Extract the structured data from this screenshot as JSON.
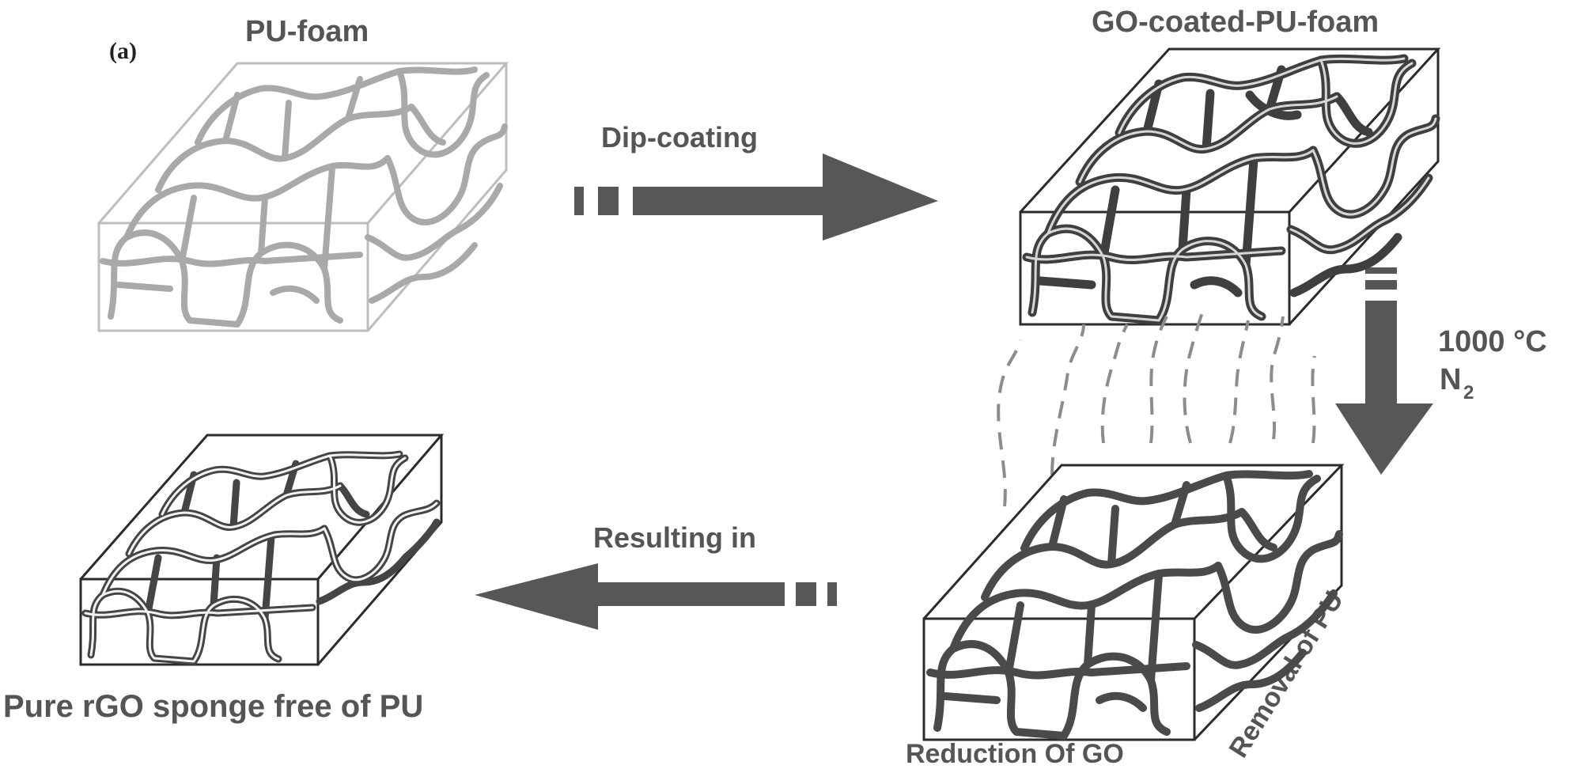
{
  "panel_label": "(a)",
  "stages": {
    "pu_foam": "PU-foam",
    "go_coated": "GO-coated-PU-foam",
    "rgo_sponge": "Pure rGO sponge free of PU"
  },
  "steps": {
    "dip_coating": "Dip-coating",
    "temperature": "1000 °C",
    "gas_base": "N",
    "gas_sub": "2",
    "resulting_in": "Resulting in",
    "reduction": "Reduction Of  GO",
    "removal": "Removal of PU"
  },
  "colors": {
    "arrow": "#575757",
    "pu_foam": "#a9a9a9",
    "coated_strut": "#4a4a4a",
    "box_dark": "#2b2b2b",
    "label_text": "#555555"
  }
}
